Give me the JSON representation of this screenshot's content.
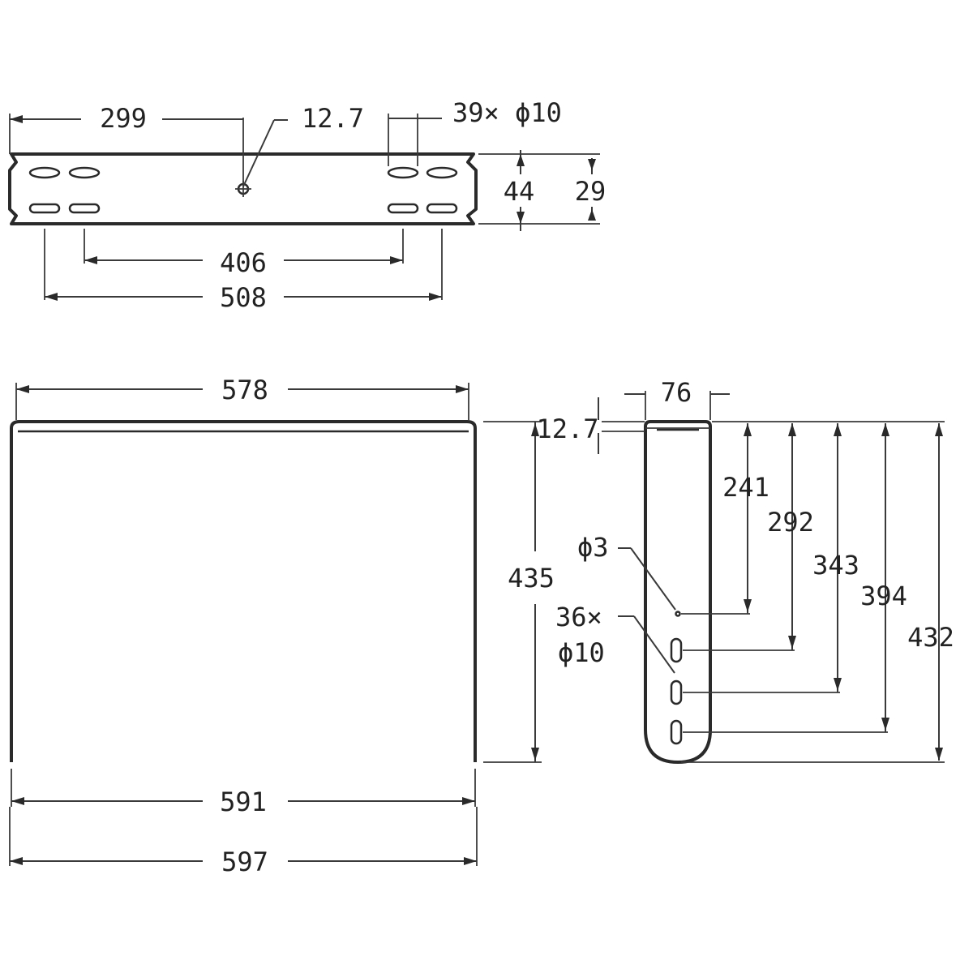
{
  "top_view": {
    "dim_299": "299",
    "dim_12_7": "12.7",
    "dim_holes": "39× ϕ10",
    "dim_44": "44",
    "dim_29": "29",
    "dim_406": "406",
    "dim_508": "508"
  },
  "front_view": {
    "dim_578": "578",
    "dim_435": "435",
    "dim_591": "591",
    "dim_597": "597"
  },
  "side_view": {
    "dim_76": "76",
    "dim_12_7": "12.7",
    "dim_241": "241",
    "dim_292": "292",
    "dim_343": "343",
    "dim_394": "394",
    "dim_432": "432",
    "dim_phi3": "ϕ3",
    "dim_36x": "36×",
    "dim_phi10": "ϕ10"
  }
}
